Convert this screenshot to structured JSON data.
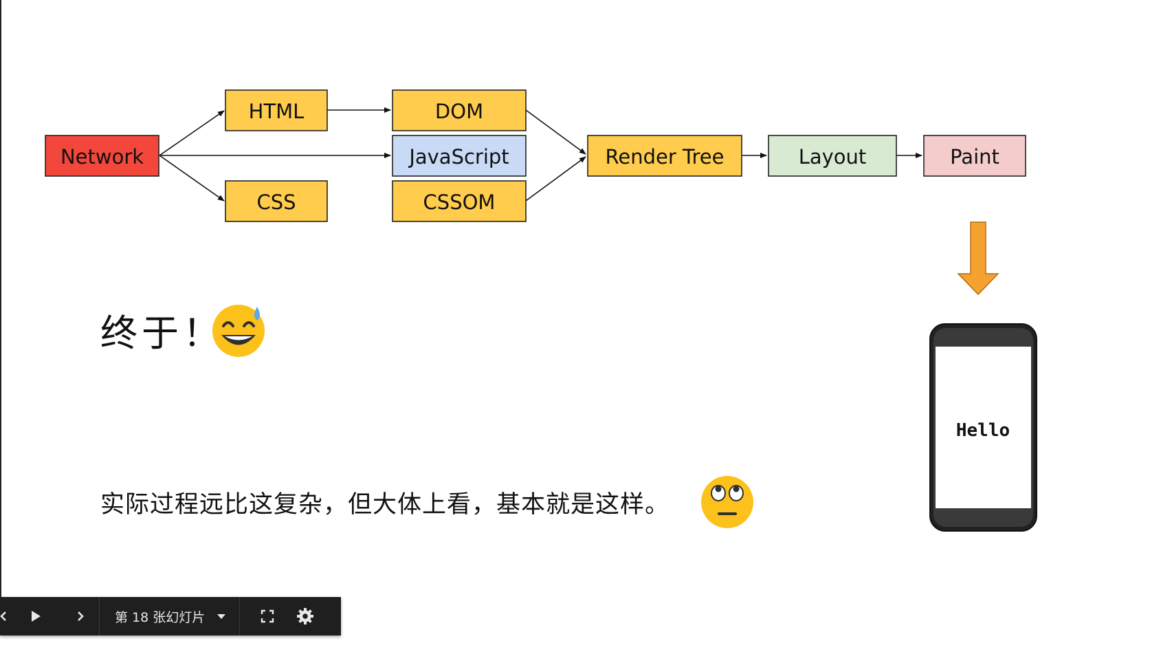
{
  "diagram": {
    "nodes": {
      "network": "Network",
      "html": "HTML",
      "css": "CSS",
      "dom": "DOM",
      "javascript": "JavaScript",
      "cssom": "CSSOM",
      "render_tree": "Render Tree",
      "layout": "Layout",
      "paint": "Paint"
    },
    "colors": {
      "network": "#f4473b",
      "yellow": "#ffcc4d",
      "javascript": "#c9daf7",
      "layout": "#d9ead3",
      "paint": "#f4cccc",
      "down_arrow": "#f6a230"
    },
    "phone_screen_text": "Hello"
  },
  "text": {
    "exclaim": "终于！",
    "note": "实际过程远比这复杂，但大体上看，基本就是这样。"
  },
  "emoji": {
    "exclaim_emoji": "grinning-sweat-emoji",
    "note_emoji": "eye-roll-emoji"
  },
  "toolbar": {
    "slide_label": "第 18 张幻灯片",
    "icons": [
      "prev-icon",
      "play-icon",
      "next-icon",
      "dropdown-icon",
      "fullscreen-icon",
      "gear-icon"
    ]
  }
}
